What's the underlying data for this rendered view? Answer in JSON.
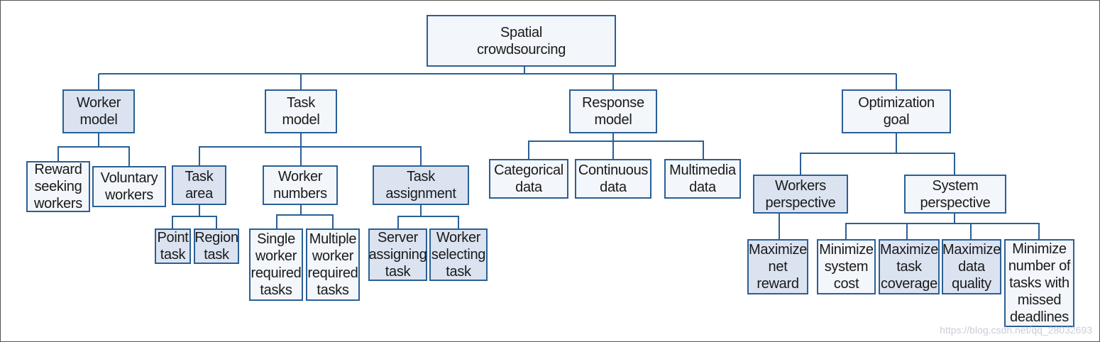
{
  "diagram": {
    "root": "Spatial\ncrowdsourcing",
    "categories": {
      "worker_model": {
        "label": "Worker\nmodel",
        "children": [
          "Reward\nseeking\nworkers",
          "Voluntary\nworkers"
        ]
      },
      "task_model": {
        "label": "Task\nmodel",
        "task_area": {
          "label": "Task\narea",
          "children": [
            "Point\ntask",
            "Region\ntask"
          ]
        },
        "worker_numbers": {
          "label": "Worker\nnumbers",
          "children": [
            "Single\nworker\nrequired\ntasks",
            "Multiple\nworker\nrequired\ntasks"
          ]
        },
        "task_assignment": {
          "label": "Task\nassignment",
          "children": [
            "Server\nassigning\ntask",
            "Worker\nselecting\ntask"
          ]
        }
      },
      "response_model": {
        "label": "Response\nmodel",
        "children": [
          "Categorical\ndata",
          "Continuous\ndata",
          "Multimedia\ndata"
        ]
      },
      "optimization_goal": {
        "label": "Optimization\ngoal",
        "workers_perspective": {
          "label": "Workers\nperspective",
          "children": [
            "Maximize\nnet\nreward"
          ]
        },
        "system_perspective": {
          "label": "System\nperspective",
          "children": [
            "Minimize\nsystem\ncost",
            "Maximize\ntask\ncoverage",
            "Maximize\ndata\nquality",
            "Minimize\nnumber of\ntasks with\nmissed\ndeadlines"
          ]
        }
      }
    }
  },
  "watermark": "https://blog.csdn.net/qq_28032693",
  "colors": {
    "border": "#2b5f95",
    "fill_light": "#f3f6fa",
    "fill_shaded": "#dbe3f1",
    "connector": "#2b5f95"
  }
}
